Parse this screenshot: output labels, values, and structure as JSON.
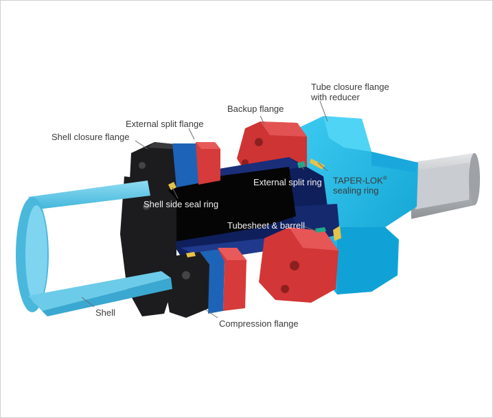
{
  "labels": {
    "tube_closure_flange": "Tube closure flange",
    "tube_closure_flange_2": "with reducer",
    "backup_flange": "Backup flange",
    "external_split_flange": "External split flange",
    "shell_closure_flange": "Shell closure flange",
    "external_split_ring": "External split ring",
    "taper_lok": "TAPER-LOK",
    "taper_lok_reg": "®",
    "sealing_ring": "sealing ring",
    "shell_side_seal_ring": "Shell side seal ring",
    "tubesheet_barrell": "Tubesheet & barrell",
    "shell": "Shell",
    "compression_flange": "Compression flange"
  },
  "colors": {
    "shell": "#5cc8e8",
    "black_flange": "#1c1c1e",
    "blue_ring": "#1d64b8",
    "red_flange": "#d63a3a",
    "tubesheet": "#0f1f5c",
    "tube_closure": "#13b3e6",
    "reducer_pipe": "#b9bcc0",
    "seal_yellow": "#e5c24a",
    "seal_green": "#22a88c"
  }
}
